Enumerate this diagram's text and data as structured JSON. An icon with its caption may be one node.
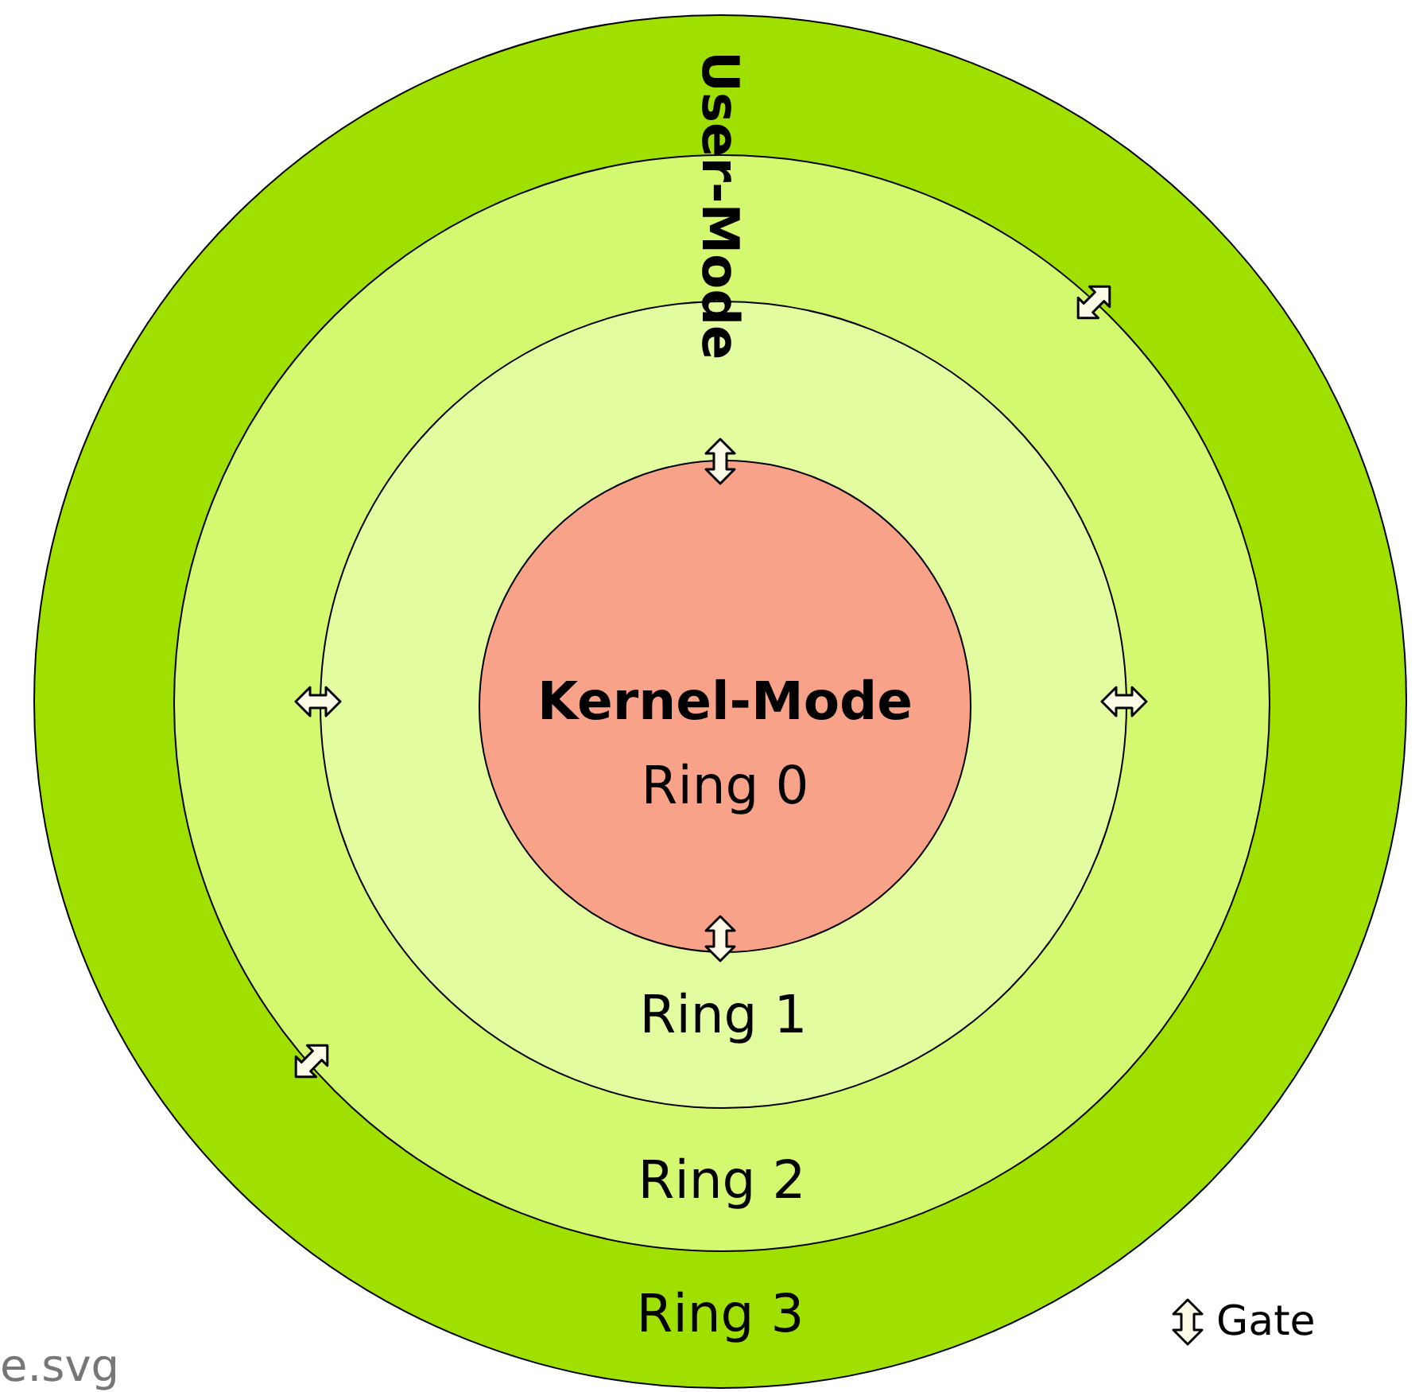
{
  "diagram": {
    "nodes": [
      {
        "text": [
          "Ring 3"
        ]
      },
      {
        "text": [
          "Ring 2"
        ],
        "in": 0
      },
      {
        "text": [
          "Ring 1"
        ],
        "in": 1
      },
      {
        "text": [
          "Kernel-Mode",
          "Ring 0"
        ],
        "in": 2
      }
    ],
    "labels": [
      "User-Mode",
      "e.svg"
    ],
    "legend": [
      {
        "text": "Gate"
      }
    ]
  }
}
